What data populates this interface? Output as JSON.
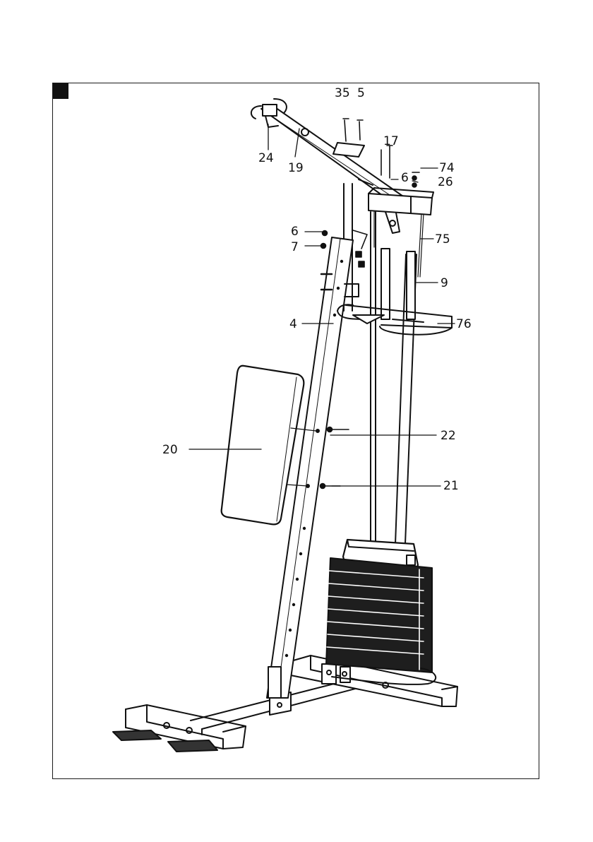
{
  "diagram": {
    "callouts": {
      "c35": "35",
      "c5": "5",
      "c17": "17",
      "c6a": "6",
      "c74": "74",
      "c26": "26",
      "c24": "24",
      "c19": "19",
      "c6b": "6",
      "c7": "7",
      "c75": "75",
      "c9": "9",
      "c4": "4",
      "c76": "76",
      "c20": "20",
      "c22": "22",
      "c21": "21"
    },
    "colors": {
      "ink": "#111111",
      "paper": "#ffffff",
      "weights": "#1e1e1e"
    }
  }
}
